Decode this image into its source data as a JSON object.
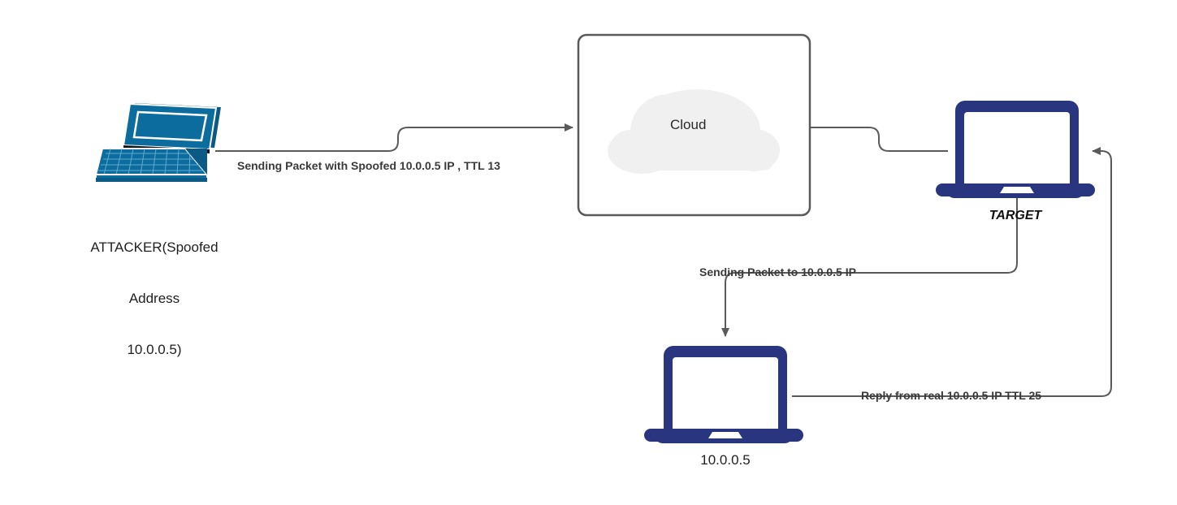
{
  "diagram": {
    "title": "IP Spoofing / TTL Reflection Network Diagram",
    "background_color": "#ffffff",
    "colors": {
      "attacker_laptop": "#0d6c9e",
      "attacker_laptop_dark": "#0a5a85",
      "attacker_laptop_light": "#2a85b5",
      "device_navy": "#2a3580",
      "connector_gray": "#5a5a5a",
      "cloud_fill": "#f0f0f0",
      "cloud_box_border": "#595959",
      "label_text": "#3a3a3a",
      "node_text": "#1f1f1f"
    },
    "nodes": [
      {
        "id": "attacker",
        "icon": "laptop-teal-icon",
        "label_lines": [
          "ATTACKER(Spoofed",
          "Address",
          "10.0.0.5)"
        ]
      },
      {
        "id": "cloud",
        "icon": "cloud-icon",
        "label": "Cloud"
      },
      {
        "id": "target",
        "icon": "laptop-navy-icon",
        "label": "TARGET"
      },
      {
        "id": "real-host",
        "icon": "laptop-navy-icon",
        "label": "10.0.0.5"
      }
    ],
    "edges": [
      {
        "id": "attacker-to-cloud",
        "from": "attacker",
        "to": "cloud",
        "label": "Sending Packet with Spoofed 10.0.0.5 IP , TTL 13",
        "arrow": true
      },
      {
        "id": "cloud-to-target",
        "from": "cloud",
        "to": "target",
        "label": "",
        "arrow": false
      },
      {
        "id": "target-to-real-host",
        "from": "target",
        "to": "real-host",
        "label": "Sending Packet to 10.0.0.5 IP",
        "arrow": true
      },
      {
        "id": "real-host-to-target",
        "from": "real-host",
        "to": "target",
        "label": "Reply from real 10.0.0.5 IP TTL 25",
        "arrow": true
      }
    ]
  }
}
